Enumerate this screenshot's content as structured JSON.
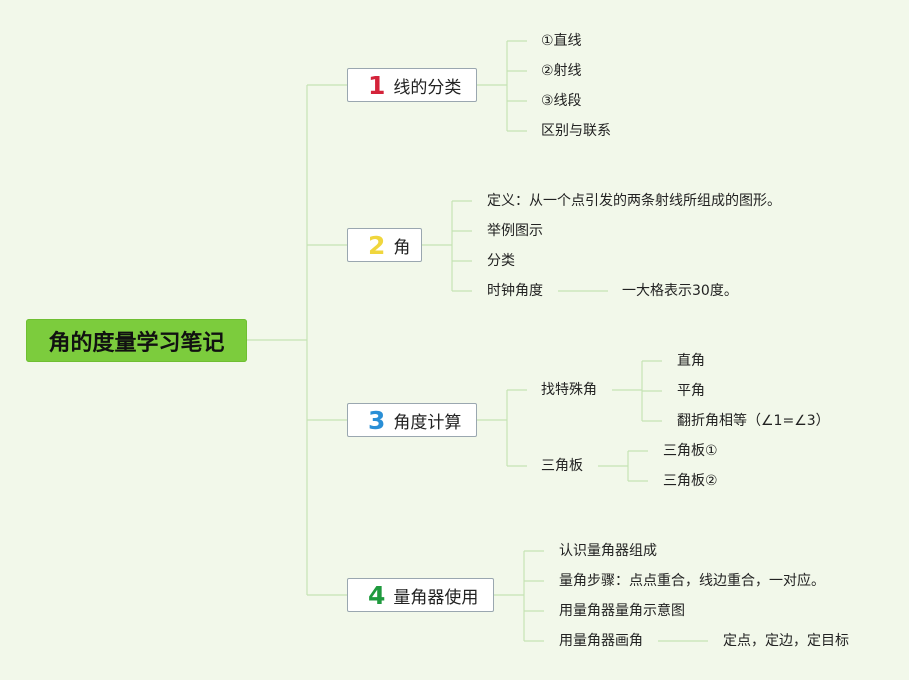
{
  "root": {
    "title": "角的度量学习笔记"
  },
  "branches": [
    {
      "number": "1",
      "color": "#d4233a",
      "label": "线的分类",
      "items": [
        "①直线",
        "②射线",
        "③线段",
        "区别与联系"
      ]
    },
    {
      "number": "2",
      "color": "#f0d63d",
      "label": "角",
      "items": [
        "定义：从一个点引发的两条射线所组成的图形。",
        "举例图示",
        "分类",
        "时钟角度"
      ],
      "clock_detail": "一大格表示30度。"
    },
    {
      "number": "3",
      "color": "#2a8fd6",
      "label": "角度计算",
      "groups": [
        {
          "label": "找特殊角",
          "items": [
            "直角",
            "平角",
            "翻折角相等（∠1=∠3）"
          ]
        },
        {
          "label": "三角板",
          "items": [
            "三角板①",
            "三角板②"
          ]
        }
      ]
    },
    {
      "number": "4",
      "color": "#1f9a3e",
      "label": "量角器使用",
      "items": [
        "认识量角器组成",
        "量角步骤：点点重合，线边重合，一对应。",
        "用量角器量角示意图",
        "用量角器画角"
      ],
      "draw_detail": "定点，定边，定目标"
    }
  ]
}
